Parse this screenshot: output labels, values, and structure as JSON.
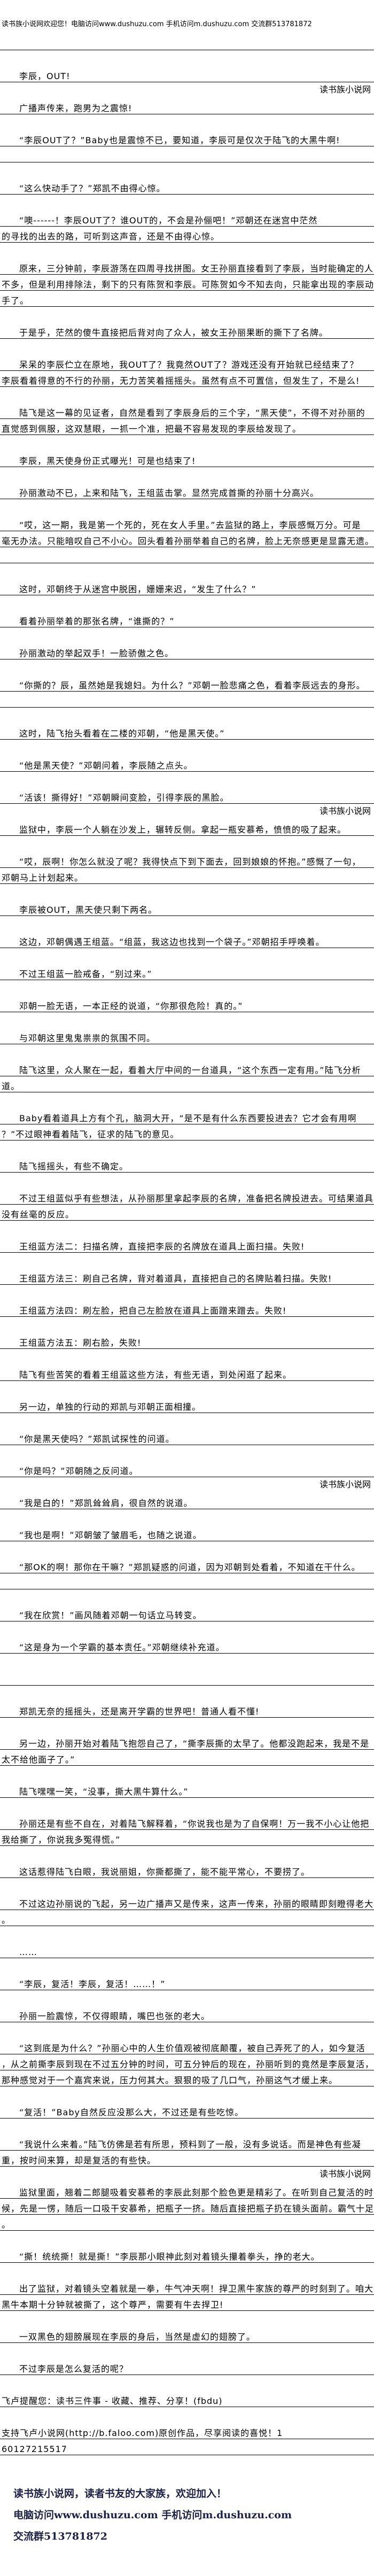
{
  "header": {
    "text": "读书族小说网欢迎您！电脑访问www.dushuzu.com 手机访问m.dushuzu.com 交流群513781872"
  },
  "paragraphs": [
    {
      "lines": [
        "李辰，OUT!"
      ],
      "indent": true
    },
    {
      "lines": [
        "广播声传来，跑男为之震惊!"
      ],
      "indent": true,
      "watermark": "读书族小说网"
    },
    {
      "lines": [
        "“李辰OUT了？”Baby也是震惊不已，要知道，李辰可是仅次于陆飞的大黑牛啊!"
      ],
      "indent": true,
      "blank_after": true
    },
    {
      "lines": [
        "“这么快动手了？”郑凯不由得心惊。"
      ],
      "indent": true
    },
    {
      "lines": [
        "“噢------！李辰OUT了？谁OUT的，不会是孙俪吧！”邓朝还在迷宫中茫然",
        "的寻找的出去的路，可听到这声音，还是不由得心惊。"
      ],
      "indent": true
    },
    {
      "lines": [
        "原来，三分钟前，李辰游荡在四周寻找拼图。女王孙丽直接看到了李辰，当时能确定的人",
        "不多，但是利用排除法，剩下的只有陈贺和李辰。可陈贺如今不知去向，只能拿出现的李辰动",
        "手了。"
      ],
      "indent": true
    },
    {
      "lines": [
        "于是乎，茫然的傻牛直接把后背对向了众人，被女王孙丽果断的撕下了名牌。"
      ],
      "indent": true
    },
    {
      "lines": [
        "呆呆的李辰伫立在原地，我OUT了？我竟然OUT了？游戏还没有开始就已经结束了？",
        "李辰看着得意的不行的孙丽，无力苦笑着摇摇头。虽然有点不可置信，但发生了，不是么!"
      ],
      "indent": true
    },
    {
      "lines": [
        "陆飞是这一幕的见证者，自然是看到了李辰身后的三个字，“黑天使”，不得不对孙丽的",
        "直觉感到佩服，这双慧眼，一抓一个准，把最不容易发现的李辰给发现了。"
      ],
      "indent": true
    },
    {
      "lines": [
        "李辰，黑天使身份正式曝光！可是也结束了!"
      ],
      "indent": true
    },
    {
      "lines": [
        "孙丽激动不已，上来和陆飞，王组蓝击掌。显然完成首撕的孙丽十分高兴。"
      ],
      "indent": true
    },
    {
      "lines": [
        "“哎，这一期，我是第一个死的，死在女人手里。”去监狱的路上，李辰感慨万分。可是",
        "毫无办法。只能暗叹自己不小心。回头看着孙丽举着自己的名牌，脸上无奈感更是显露无遗。"
      ],
      "indent": true,
      "blank_after": true
    },
    {
      "lines": [
        "这时，邓朝终于从迷宫中脱困，姗姗来迟，“发生了什么？”"
      ],
      "indent": true
    },
    {
      "lines": [
        "看着孙丽举着的那张名牌，“谁撕的？”"
      ],
      "indent": true
    },
    {
      "lines": [
        "孙丽激动的举起双手！一脸骄傲之色。"
      ],
      "indent": true
    },
    {
      "lines": [
        "“你撕的？辰，虽然她是我媳妇。为什么？”邓朝一脸悲痛之色，看着李辰远去的身形。"
      ],
      "indent": true,
      "blank_after": true
    },
    {
      "lines": [
        "这时，陆飞抬头看着在二楼的邓朝，“他是黑天使。”"
      ],
      "indent": true
    },
    {
      "lines": [
        "“他是黑天使？”邓朝问着，李辰随之点头。"
      ],
      "indent": true
    },
    {
      "lines": [
        "“活该！撕得好！”邓朝瞬间变脸，引得李辰的黑脸。"
      ],
      "indent": true,
      "watermark": "读书族小说网"
    },
    {
      "lines": [
        "监狱中，李辰一个人躺在沙发上，辗转反侧。拿起一瓶安慕希，愤愤的吸了起来。"
      ],
      "indent": true
    },
    {
      "lines": [
        "“哎，辰啊！你怎么就没了呢？我得快点下到下面去，回到娘娘的怀抱。”感慨了一句，",
        "邓朝马上计划起来。"
      ],
      "indent": true
    },
    {
      "lines": [
        "李辰被OUT，黑天使只剩下两名。"
      ],
      "indent": true
    },
    {
      "lines": [
        "这边，邓朝偶遇王组蓝。“组蓝，我这边也找到一个袋子。”邓朝招手呼唤着。"
      ],
      "indent": true
    },
    {
      "lines": [
        "不过王组蓝一脸戒备，“别过来。”"
      ],
      "indent": true
    },
    {
      "lines": [
        "邓朝一脸无语，一本正经的说道，“你那很危险！真的。”"
      ],
      "indent": true
    },
    {
      "lines": [
        "与邓朝这里鬼鬼祟祟的氛围不同。"
      ],
      "indent": true
    },
    {
      "lines": [
        "陆飞这里，众人聚在一起，看着大厅中间的一台道具，“这个东西一定有用。”陆飞分析",
        "道。"
      ],
      "indent": true
    },
    {
      "lines": [
        "Baby看着道具上方有个孔，脑洞大开，“是不是有什么东西要投进去？它才会有用啊",
        "？”不过眼神看着陆飞，征求的陆飞的意见。"
      ],
      "indent": true
    },
    {
      "lines": [
        "陆飞摇摇头，有些不确定。"
      ],
      "indent": true
    },
    {
      "lines": [
        "不过王组蓝似乎有些想法，从孙丽那里拿起李辰的名牌，准备把名牌投进去。可结果道具",
        "没有丝毫的反应。"
      ],
      "indent": true
    },
    {
      "lines": [
        "王组蓝方法二：扫描名牌，直接把李辰的名牌放在道具上面扫描。失败!"
      ],
      "indent": true
    },
    {
      "lines": [
        "王组蓝方法三：刷自己名牌，背对着道具，直接把自己的名牌贴着扫描。失败!"
      ],
      "indent": true
    },
    {
      "lines": [
        "王组蓝方法四：刷左脸，把自己左脸放在道具上面蹭来蹭去。失败!"
      ],
      "indent": true
    },
    {
      "lines": [
        "王组蓝方法五：刷右脸，失败!"
      ],
      "indent": true
    },
    {
      "lines": [
        "陆飞有些苦笑的看着王组蓝这些方法，有些无语，到处闲逛了起来。"
      ],
      "indent": true
    },
    {
      "lines": [
        "另一边，单独的行动的郑凯与邓朝正面相撞。"
      ],
      "indent": true
    },
    {
      "lines": [
        "“你是黑天使吗？”郑凯试探性的问道。"
      ],
      "indent": true
    },
    {
      "lines": [
        "“你是吗？”邓朝随之反问道。"
      ],
      "indent": true
    },
    {
      "lines": [
        "“我是白的！”郑凯耸耸肩，很自然的说道。"
      ],
      "indent": true,
      "watermark": "读书族小说网"
    },
    {
      "lines": [
        "“我也是啊！”邓朝皱了皱眉毛，也随之说道。"
      ],
      "indent": true
    },
    {
      "lines": [
        "“那OK的啊！那你在干嘛？”郑凯疑惑的问道，因为邓朝到处看着，不知道在干什么。"
      ],
      "indent": true,
      "blank_after": true
    },
    {
      "lines": [
        "“我在欣赏！”画风随着邓朝一句话立马转变。"
      ],
      "indent": true
    },
    {
      "lines": [
        "“这是身为一个学霸的基本责任。”邓朝继续补充道。"
      ],
      "indent": true
    },
    {
      "lines": [
        ""
      ],
      "indent": true
    },
    {
      "lines": [
        "郑凯无奈的摇摇头，还是离开学霸的世界吧！普通人看不懂!"
      ],
      "indent": true
    },
    {
      "lines": [
        "另一边，孙丽开始对着陆飞抱怨自己了，“撕李辰撕的太早了。他都没跑起来，我是不是",
        "太不给他面子了。”"
      ],
      "indent": true
    },
    {
      "lines": [
        "陆飞嘿嘿一笑，“没事，撕大黑牛算什么。”"
      ],
      "indent": true
    },
    {
      "lines": [
        "孙丽还是有些不自在，对着陆飞解释着，“你说我也是为了自保啊！万一我不小心让他把",
        "我给撕了，你说我多冤得慌。”"
      ],
      "indent": true
    },
    {
      "lines": [
        "这话惹得陆飞白眼，我说丽姐，你撕都撕了，能不能平常心，不要捞了。"
      ],
      "indent": true
    },
    {
      "lines": [
        "不过这边孙丽说的飞起，另一边广播声又是传来，这声一传来，孙丽的眼睛即刻瞪得老大",
        "。"
      ],
      "indent": true
    },
    {
      "lines": [
        "……"
      ],
      "indent": true
    },
    {
      "lines": [
        "“李辰，复活！李辰，复活！……！”"
      ],
      "indent": true
    },
    {
      "lines": [
        "孙丽一脸震惊，不仅得眼睛，嘴巴也张的老大。"
      ],
      "indent": true
    },
    {
      "lines": [
        "“这到底是为什么？”孙丽心中的人生价值观被彻底颠覆，被自己弄死了的人，如今复活",
        "，从之前撕李辰到现在不过五分钟的时间，可五分钟后的现在，孙丽听到的竟然是李辰复活，",
        "那种感觉对于一个嘉宾来说，压力何其大。狠狠的吸了几口气，孙丽这气才缓上来。"
      ],
      "indent": true
    },
    {
      "lines": [
        "“复活！”Baby自然反应没那么大，不过还是有些吃惊。"
      ],
      "indent": true
    },
    {
      "lines": [
        "“我说什么来着。”陆飞仿佛是若有所思，预料到了一般，没有多说话。而是神色有些凝",
        "重，按时间来算，却是复活的有些快。"
      ],
      "indent": true
    },
    {
      "lines": [
        "监狱里面，翘着二郎腿吸着安慕希的李辰此刻那个脸色更是精彩了。在听到自己复活的时",
        "候，先是一愣，随后一口吸干安慕希，把瓶子一挤。随后直接把瓶子扔在镜头面前。霸气十足",
        "。"
      ],
      "indent": true,
      "watermark": "读书族小说网"
    },
    {
      "lines": [
        "“撕！统统撕！就是撕！”李辰那小眼神此刻对着镜头攥着拳头，挣的老大。"
      ],
      "indent": true
    },
    {
      "lines": [
        "出了监狱，对着镜头空着就是一拳，牛气冲天啊！捍卫黑牛家族的尊严的时刻到了。咱大",
        "黑牛本期十分钟就被撕了，这个尊严，需要有牛去捍卫!"
      ],
      "indent": true
    },
    {
      "lines": [
        "一双黑色的翅膀展现在李辰的身后，当然是虚幻的翅膀了。"
      ],
      "indent": true
    },
    {
      "lines": [
        "不过李辰是怎么复活的呢？"
      ],
      "indent": true
    },
    {
      "lines": [
        "飞卢提醒您：读书三件事 - 收藏、推荐、分享！(fbdu)"
      ],
      "indent": false
    },
    {
      "lines": [
        "支持飞卢小说网(http://b.faloo.com)原创作品，尽享阅读的喜悦！1",
        "60127215517"
      ],
      "indent": false
    }
  ],
  "footer": {
    "line1": "读书族小说网，读者书友的大家族，欢迎加入！",
    "line2": "电脑访问www.dushuzu.com 手机访问m.dushuzu.com",
    "line3": "交流群513781872"
  },
  "colors": {
    "footer_text": "#1c2048",
    "rule": "#000000"
  }
}
